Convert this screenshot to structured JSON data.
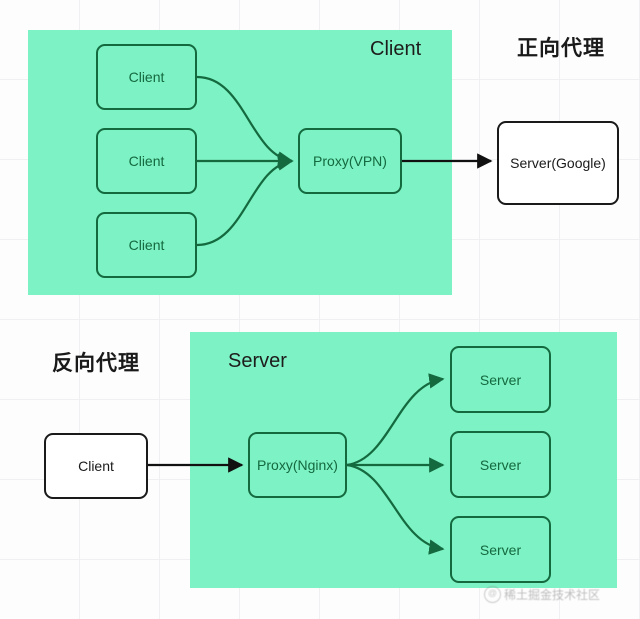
{
  "figure": {
    "background_color": "#fdfdfd",
    "grid_color": "#f0f0f2",
    "panel_color": "#7DF2C4",
    "green_stroke": "#14693F",
    "black_stroke": "#1a1a1a"
  },
  "sections": {
    "forward": {
      "title": "正向代理",
      "panel_label": "Client",
      "clients": [
        {
          "label": "Client"
        },
        {
          "label": "Client"
        },
        {
          "label": "Client"
        }
      ],
      "proxy": {
        "label": "Proxy(VPN)"
      },
      "server": {
        "label": "Server(Google)"
      }
    },
    "reverse": {
      "title": "反向代理",
      "panel_label": "Server",
      "client": {
        "label": "Client"
      },
      "proxy": {
        "label": "Proxy(Nginx)"
      },
      "servers": [
        {
          "label": "Server"
        },
        {
          "label": "Server"
        },
        {
          "label": "Server"
        }
      ]
    }
  },
  "watermark": {
    "logo": "@",
    "text": "稀土掘金技术社区"
  }
}
